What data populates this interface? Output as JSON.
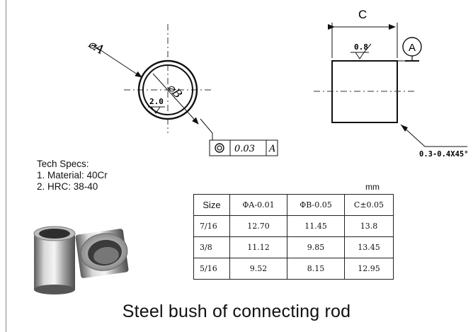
{
  "labels": {
    "dia_a": "⌀A",
    "dia_b": "⌀B",
    "dim_c": "C",
    "datum": "A",
    "roughness_inner": "2.0",
    "roughness_outer": "0.8",
    "chamfer": "0.3-0.4X45°"
  },
  "tolerance_frame": {
    "symbol": "concentricity",
    "value": "0.03",
    "datum": "A"
  },
  "specs": {
    "title": "Tech Specs:",
    "items": [
      "1. Material: 40Cr",
      "2. HRC: 38-40"
    ]
  },
  "table": {
    "unit": "mm",
    "headers": [
      "Size",
      "ΦA-0.01",
      "ΦB-0.05",
      "C±0.05"
    ],
    "rows": [
      [
        "7/16",
        "12.70",
        "11.45",
        "13.8"
      ],
      [
        "3/8",
        "11.12",
        "9.85",
        "13.45"
      ],
      [
        "5/16",
        "9.52",
        "8.15",
        "12.95"
      ]
    ]
  },
  "caption": "Steel bush of connecting rod"
}
